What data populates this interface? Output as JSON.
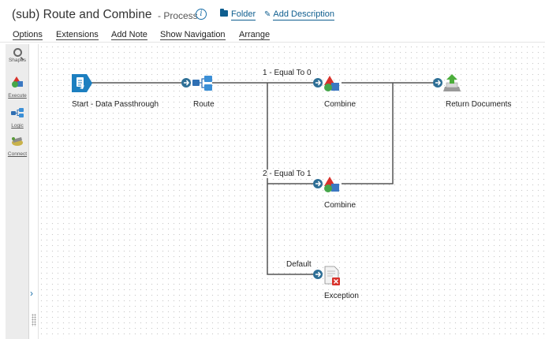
{
  "header": {
    "title": "(sub) Route and Combine",
    "subtitle": "- Process",
    "folder_label": "Folder",
    "add_description_label": "Add Description"
  },
  "menu": {
    "options": "Options",
    "extensions": "Extensions",
    "add_note": "Add Note",
    "show_navigation": "Show Navigation",
    "arrange": "Arrange"
  },
  "toolbar": {
    "shapes": "Shapes",
    "execute": "Execute",
    "logic": "Logic",
    "connect": "Connect"
  },
  "nodes": {
    "start": "Start - Data Passthrough",
    "route": "Route",
    "combine_1": "Combine",
    "combine_2": "Combine",
    "return_documents": "Return Documents",
    "exception": "Exception"
  },
  "edges": {
    "equal_to_0": "1 - Equal To 0",
    "equal_to_1": "2 - Equal To 1",
    "default": "Default"
  },
  "colors": {
    "accent": "#1a6fa8",
    "start_shape": "#1c7fc0",
    "connector": "#555555",
    "canvas_dot": "#c9c9c9"
  }
}
